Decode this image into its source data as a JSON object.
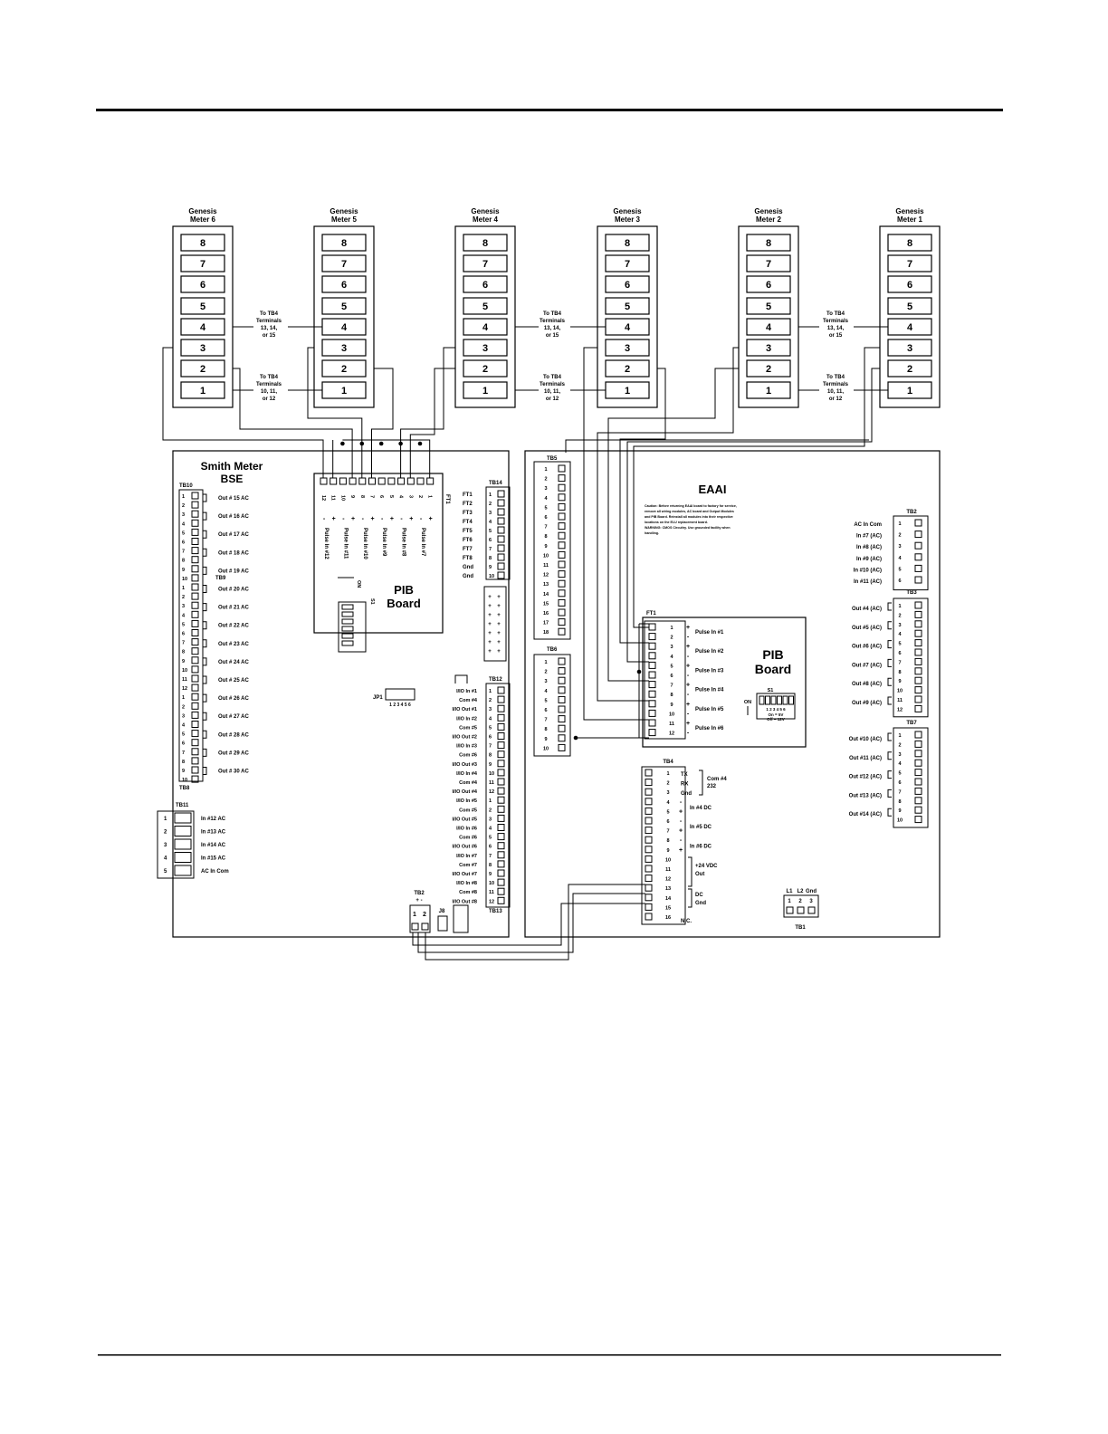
{
  "meters": [
    {
      "title1": "Genesis",
      "title2": "Meter 6"
    },
    {
      "title1": "Genesis",
      "title2": "Meter 5"
    },
    {
      "title1": "Genesis",
      "title2": "Meter 4"
    },
    {
      "title1": "Genesis",
      "title2": "Meter 3"
    },
    {
      "title1": "Genesis",
      "title2": "Meter 2"
    },
    {
      "title1": "Genesis",
      "title2": "Meter 1"
    }
  ],
  "meter_terminals": [
    "8",
    "7",
    "6",
    "5",
    "4",
    "3",
    "2",
    "1"
  ],
  "notes": {
    "upper": [
      "To TB4",
      "Terminals",
      "13, 14,",
      "or 15"
    ],
    "lower": [
      "To TB4",
      "Terminals",
      "10, 11,",
      "or 12"
    ]
  },
  "left_board": {
    "title1": "Smith Meter",
    "title2": "BSE",
    "tb10": {
      "label": "TB10",
      "numbers": [
        "1",
        "2",
        "3",
        "4",
        "5",
        "6",
        "7",
        "8",
        "9",
        "10"
      ]
    },
    "tb9": {
      "label": "TB9",
      "numbers": [
        "1",
        "2",
        "3",
        "4",
        "5",
        "6",
        "7",
        "8",
        "9",
        "10",
        "11",
        "12"
      ]
    },
    "tb8": {
      "label": "TB8",
      "numbers": [
        "1",
        "2",
        "3",
        "4",
        "5",
        "6",
        "7",
        "8",
        "9",
        "10"
      ]
    },
    "outs": [
      "Out # 15 AC",
      "Out # 16 AC",
      "Out # 17 AC",
      "Out # 18 AC",
      "Out # 19 AC",
      "Out # 20 AC",
      "Out # 21 AC",
      "Out # 22 AC",
      "Out # 23 AC",
      "Out # 24 AC",
      "Out # 25 AC",
      "Out # 26 AC",
      "Out # 27 AC",
      "Out # 28 AC",
      "Out # 29 AC",
      "Out # 30 AC"
    ],
    "pib": {
      "ft_label": "FT1",
      "numbers": [
        "12",
        "11",
        "10",
        "9",
        "8",
        "7",
        "6",
        "5",
        "4",
        "3",
        "2",
        "1"
      ],
      "signs": [
        "-",
        "+",
        "-",
        "+",
        "-",
        "+",
        "-",
        "+",
        "-",
        "+",
        "-",
        "+"
      ],
      "pulses": [
        "Pulse In #12",
        "Pulse In #11",
        "Pulse In #10",
        "Pulse In #9",
        "Pulse In #8",
        "Pulse In #7"
      ],
      "s1_label": "S1",
      "on_label": "ON",
      "title1": "PIB",
      "title2": "Board"
    },
    "tb14": {
      "label": "TB14",
      "numbers": [
        "1",
        "2",
        "3",
        "4",
        "5",
        "6",
        "7",
        "8",
        "9",
        "10"
      ]
    },
    "ft_labels": [
      "FT1",
      "FT2",
      "FT3",
      "FT4",
      "FT5",
      "FT6",
      "FT7",
      "FT8",
      "Gnd",
      "Gnd"
    ],
    "jp1": {
      "label": "JP1",
      "digits": "1 2 3 4 5 6"
    },
    "tb12": {
      "label": "TB12",
      "numbers": [
        "1",
        "2",
        "3",
        "4",
        "5",
        "6",
        "7",
        "8",
        "9",
        "10",
        "11",
        "12"
      ]
    },
    "tb13": {
      "label": "TB13",
      "numbers": [
        "1",
        "2",
        "3",
        "4",
        "5",
        "6",
        "7",
        "8",
        "9",
        "10",
        "11",
        "12"
      ]
    },
    "io_labels": [
      "I/IO In #1",
      "Com #4",
      "I/IO Out #1",
      "I/IO In #2",
      "Com #5",
      "I/IO Out #2",
      "I/IO In #3",
      "Com #6",
      "I/IO Out #3",
      "I/IO In #4",
      "Com #4",
      "I/IO Out #4",
      "I/IO In #5",
      "Com #5",
      "I/IO Out #5",
      "I/IO In #6",
      "Com #6",
      "I/IO Out #6",
      "I/IO In #7",
      "Com #7",
      "I/IO Out #7",
      "I/IO In #8",
      "Com #8",
      "I/IO Out #8"
    ],
    "tb11": {
      "label": "TB11",
      "numbers": [
        "1",
        "2",
        "3",
        "4",
        "5"
      ],
      "labels": [
        "In #12 AC",
        "In #13 AC",
        "In #14 AC",
        "In #15 AC",
        "AC In Com"
      ]
    },
    "tb2": {
      "label": "TB2",
      "signs": "+  -",
      "numbers": [
        "1",
        "2"
      ]
    },
    "j8_label": "J8",
    "tb5": {
      "label": "TB5",
      "numbers": [
        "1",
        "2",
        "3",
        "4",
        "5",
        "6",
        "7",
        "8",
        "9",
        "10",
        "11",
        "12",
        "13",
        "14",
        "15",
        "16",
        "17",
        "18"
      ]
    },
    "tb6": {
      "label": "TB6",
      "numbers": [
        "1",
        "2",
        "3",
        "4",
        "5",
        "6",
        "7",
        "8",
        "9",
        "10"
      ]
    }
  },
  "right_board": {
    "title": "EAAI",
    "note": [
      "Caution: Before returning EAAI board to factory for service,",
      "remove all wiring modules, AC board and Output Modules",
      "and PIB Board. Reinstall all modules into their respective",
      "locations on the ELU replacement board.",
      "WARNING: CMOS Circuitry. Use grounded facility when",
      "handling."
    ],
    "tb2": {
      "label": "TB2",
      "numbers": [
        "1",
        "2",
        "3",
        "4",
        "5",
        "6"
      ],
      "labels": [
        "AC In Com",
        "In #7 (AC)",
        "In #8 (AC)",
        "In #9 (AC)",
        "In #10 (AC)",
        "In #11 (AC)"
      ]
    },
    "tb3": {
      "label": "TB3",
      "numbers": [
        "1",
        "2",
        "3",
        "4",
        "5",
        "6",
        "7",
        "8",
        "9",
        "10",
        "11",
        "12"
      ],
      "labels": [
        "Out #4 (AC)",
        "Out #5 (AC)",
        "Out #6 (AC)",
        "Out #7 (AC)",
        "Out #8 (AC)",
        "Out #9 (AC)"
      ]
    },
    "tb7": {
      "label": "TB7",
      "numbers": [
        "1",
        "2",
        "3",
        "4",
        "5",
        "6",
        "7",
        "8",
        "9",
        "10"
      ],
      "labels": [
        "Out #10 (AC)",
        "Out #11 (AC)",
        "Out #12 (AC)",
        "Out #13 (AC)",
        "Out #14 (AC)"
      ]
    },
    "pib": {
      "ft_label": "FT1",
      "numbers": [
        "1",
        "2",
        "3",
        "4",
        "5",
        "6",
        "7",
        "8",
        "9",
        "10",
        "11",
        "12"
      ],
      "signs": [
        "+",
        "-",
        "+",
        "-",
        "+",
        "-",
        "+",
        "-",
        "+",
        "-",
        "+",
        "-"
      ],
      "pulses": [
        "Pulse In #1",
        "Pulse In #2",
        "Pulse In #3",
        "Pulse In #4",
        "Pulse In #5",
        "Pulse In #6"
      ],
      "title1": "PIB",
      "title2": "Board",
      "s1_label": "S1",
      "on_label": "ON",
      "switch_digits": "1 2 3 4 5 6",
      "switch_note1": "On = 5V",
      "switch_note2": "Off = 12V"
    },
    "tb4": {
      "label": "TB4",
      "numbers": [
        "1",
        "2",
        "3",
        "4",
        "5",
        "6",
        "7",
        "8",
        "9",
        "10",
        "11",
        "12",
        "13",
        "14",
        "15",
        "16"
      ],
      "signs": [
        "",
        "",
        "",
        "-",
        "+",
        "-",
        "+",
        "-",
        "+",
        "",
        "",
        "",
        "",
        "",
        "",
        ""
      ],
      "com": [
        "TX",
        "RX",
        "Gnd"
      ],
      "com_label1": "Com #4",
      "com_label2": "232",
      "dc_inputs": [
        "In #4 DC",
        "In #5 DC",
        "In #6 DC"
      ],
      "vdc1": "+24 VDC",
      "vdc2": "Out",
      "gnd1": "DC",
      "gnd2": "Gnd",
      "nc": "N.C."
    },
    "tb1": {
      "label": "TB1",
      "headers": [
        "L1",
        "L2",
        "Gnd"
      ],
      "numbers": [
        "1",
        "2",
        "3"
      ]
    }
  }
}
